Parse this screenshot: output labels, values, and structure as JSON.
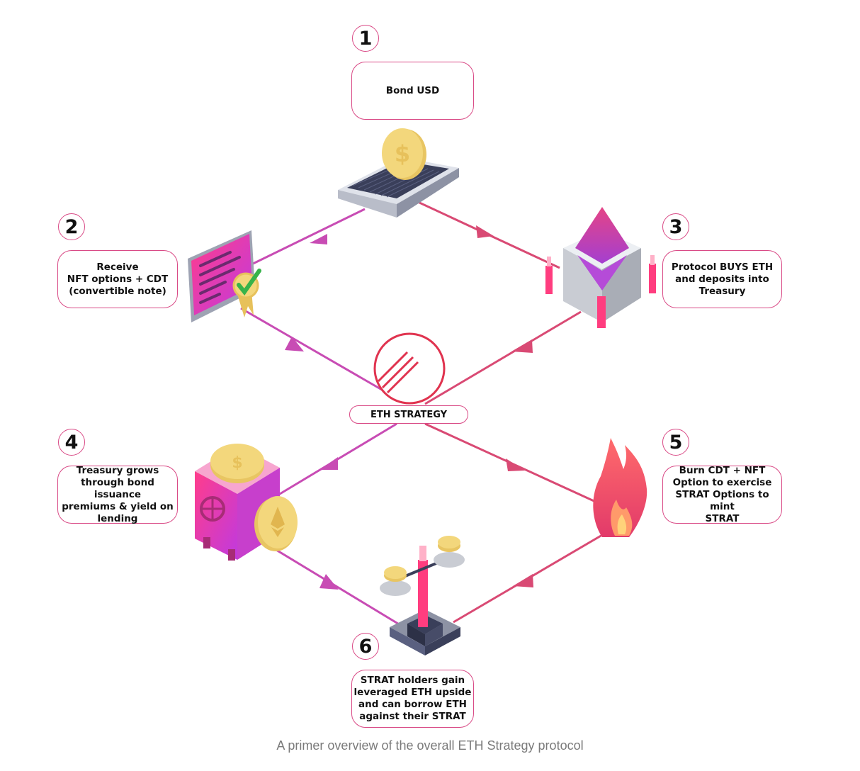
{
  "steps": [
    {
      "number": "1",
      "text": "Bond USD"
    },
    {
      "number": "2",
      "text": "Receive\nNFT options + CDT\n(convertible note)"
    },
    {
      "number": "3",
      "text": "Protocol BUYS ETH\nand deposits into\nTreasury"
    },
    {
      "number": "4",
      "text": "Treasury grows\nthrough bond issuance\npremiums & yield on\nlending"
    },
    {
      "number": "5",
      "text": "Burn CDT + NFT\nOption to exercise\nSTRAT Options to mint\nSTRAT"
    },
    {
      "number": "6",
      "text": "STRAT holders gain\nleveraged ETH upside\nand can borrow ETH\nagainst their STRAT"
    }
  ],
  "center": {
    "label": "ETH STRATEGY"
  },
  "caption": "A primer overview of the overall ETH Strategy protocol",
  "colors": {
    "accent": "#d94a86",
    "line_left": "#c84cb4",
    "line_right": "#d94a74",
    "coin": "#f3d77c",
    "dark": "#3a3f5a"
  },
  "icons": [
    "coin-terminal-icon",
    "certificate-icon",
    "ethereum-vault-icon",
    "eth-strategy-logo",
    "safe-icon",
    "fire-icon",
    "balance-scale-icon"
  ]
}
